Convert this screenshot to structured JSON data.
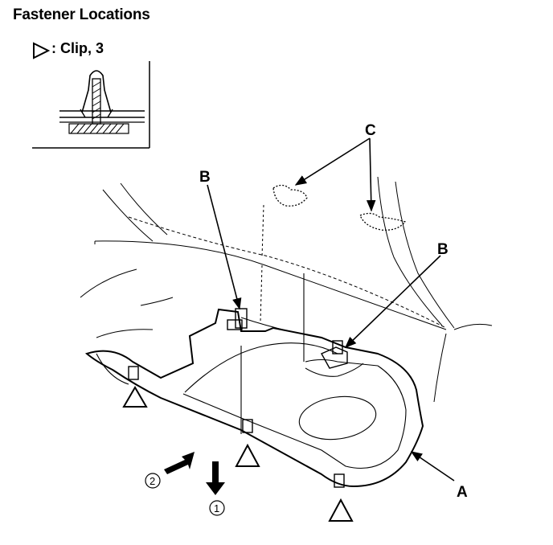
{
  "title": "Fastener Locations",
  "legend": {
    "symbol": "triangle-clip-icon",
    "text": ": Clip, 3"
  },
  "labels": {
    "A": "A",
    "B1": "B",
    "B2": "B",
    "C": "C"
  },
  "directions": {
    "one": "1",
    "two": "2"
  }
}
